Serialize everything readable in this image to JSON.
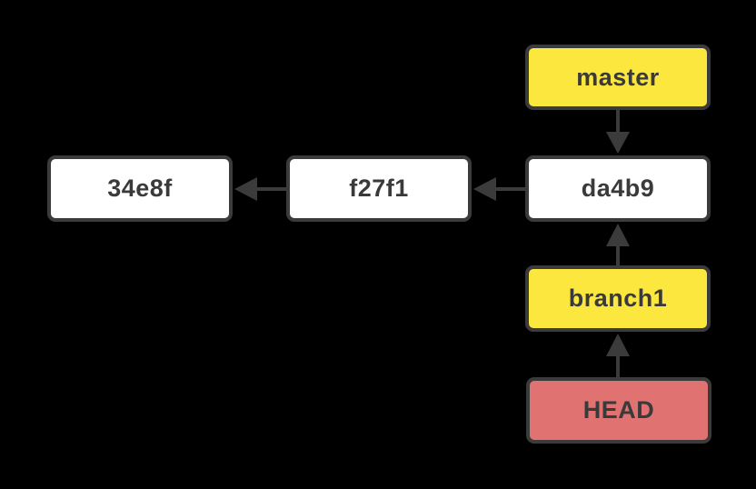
{
  "diagram": {
    "type": "git-commit-graph",
    "background_color": "#000000",
    "colors": {
      "node_border": "#3b3b3b",
      "arrow": "#3b3b3b",
      "text": "#3a3a3a",
      "commit_fill": "#ffffff",
      "branch_fill": "#fce73e",
      "head_fill": "#e07272"
    },
    "nodes": [
      {
        "id": "master",
        "label": "master",
        "type": "branch"
      },
      {
        "id": "da4b9",
        "label": "da4b9",
        "type": "commit"
      },
      {
        "id": "f27f1",
        "label": "f27f1",
        "type": "commit"
      },
      {
        "id": "34e8f",
        "label": "34e8f",
        "type": "commit"
      },
      {
        "id": "branch1",
        "label": "branch1",
        "type": "branch"
      },
      {
        "id": "HEAD",
        "label": "HEAD",
        "type": "head"
      }
    ],
    "edges": [
      {
        "from": "master",
        "to": "da4b9",
        "direction": "down"
      },
      {
        "from": "da4b9",
        "to": "f27f1",
        "direction": "left"
      },
      {
        "from": "f27f1",
        "to": "34e8f",
        "direction": "left"
      },
      {
        "from": "branch1",
        "to": "da4b9",
        "direction": "up"
      },
      {
        "from": "HEAD",
        "to": "branch1",
        "direction": "up"
      }
    ]
  }
}
